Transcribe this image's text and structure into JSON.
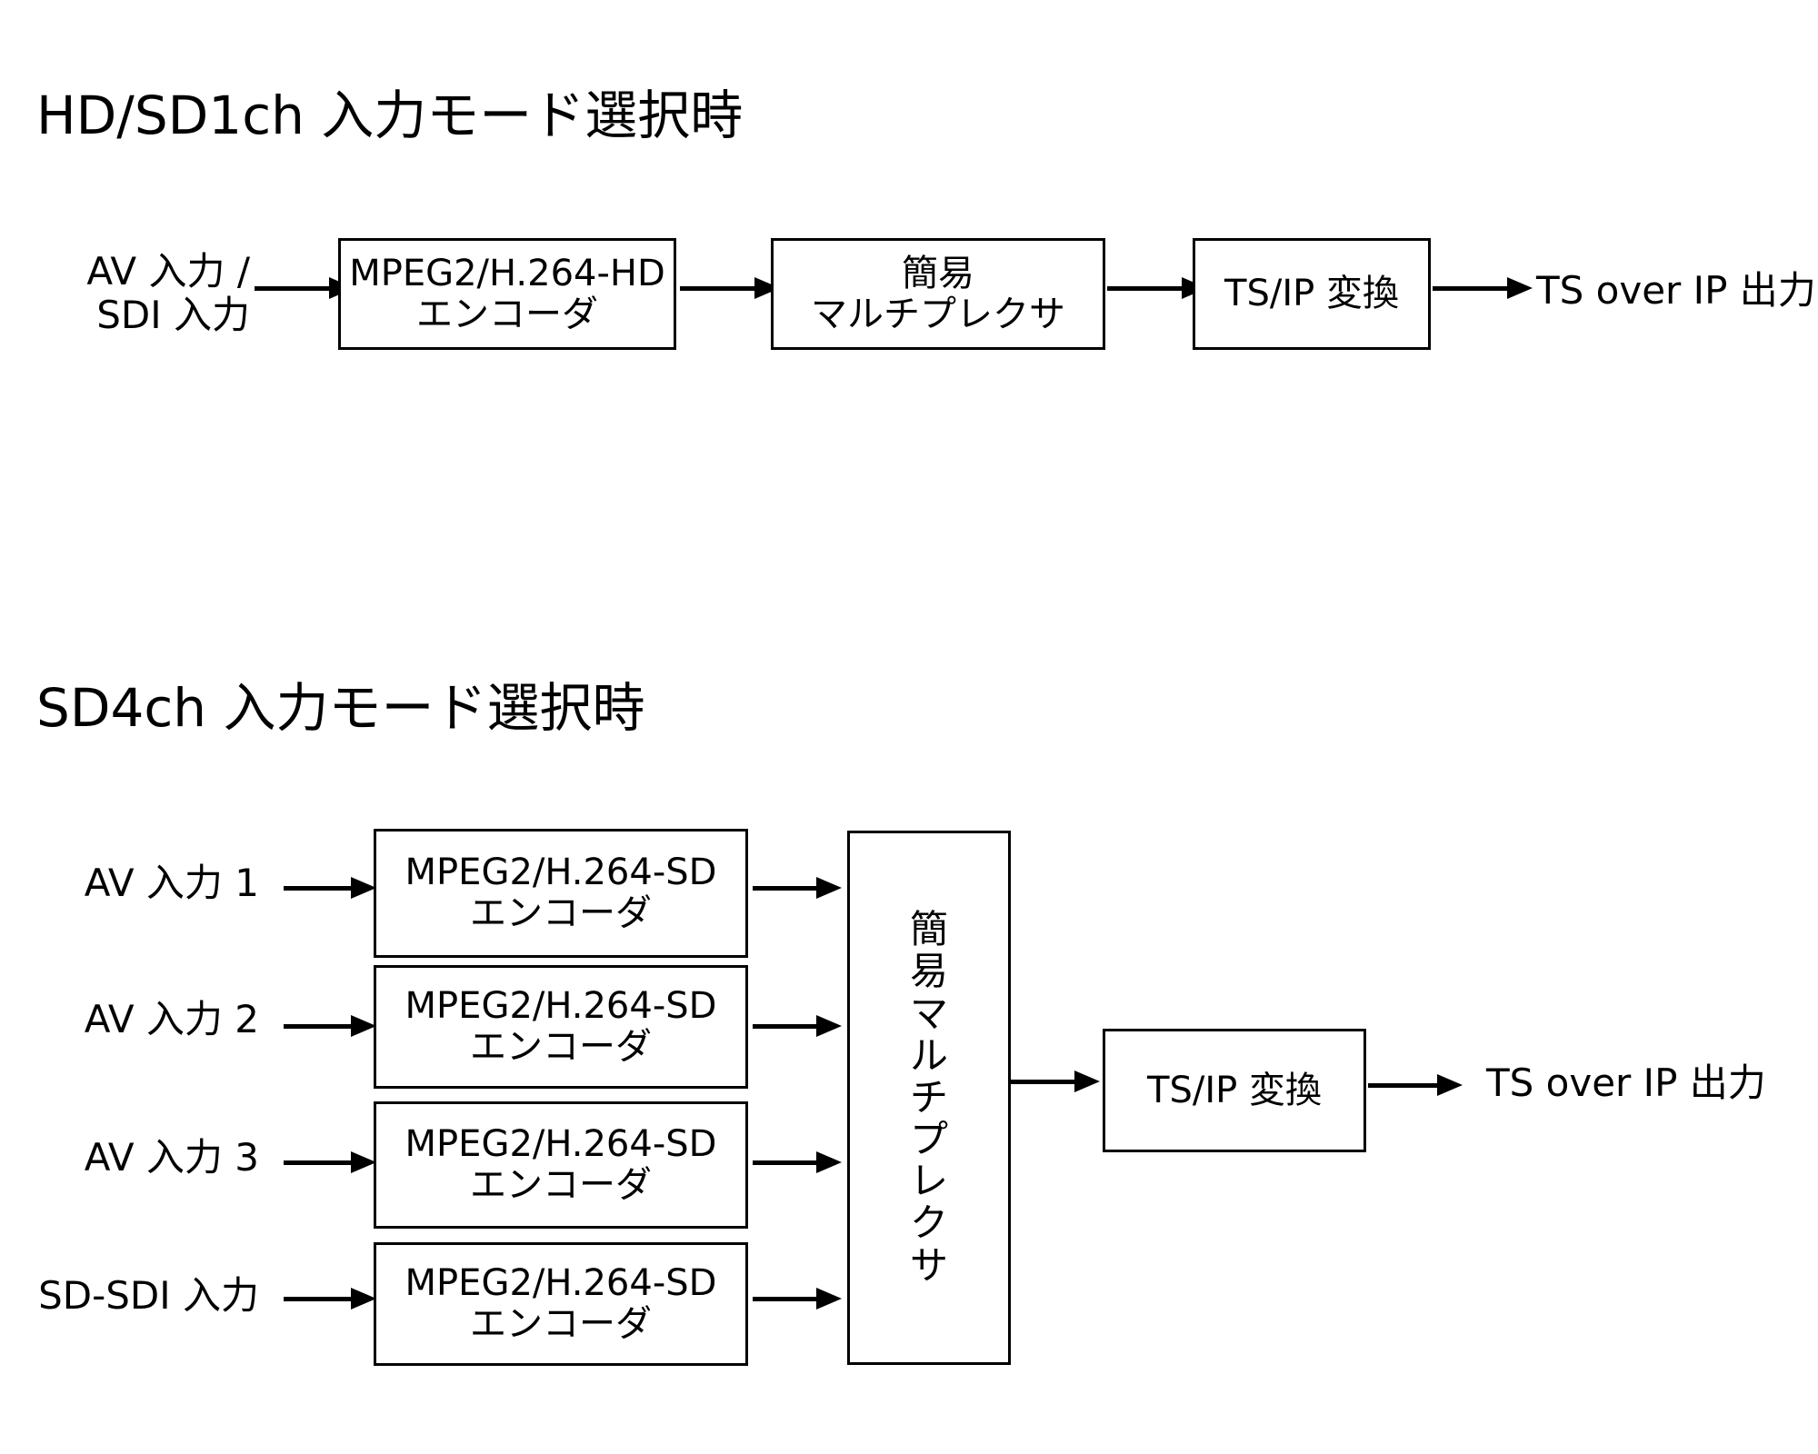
{
  "section1": {
    "title": "HD/SD1ch 入力モード選択時",
    "input_line1": "AV 入力 /",
    "input_line2": "SDI 入力",
    "encoder_line1": "MPEG2/H.264-HD",
    "encoder_line2": "エンコーダ",
    "mux_line1": "簡易",
    "mux_line2": "マルチプレクサ",
    "converter": "TS/IP 変換",
    "output": "TS over IP 出力"
  },
  "section2": {
    "title": "SD4ch 入力モード選択時",
    "inputs": [
      "AV 入力 1",
      "AV 入力 2",
      "AV 入力 3",
      "SD-SDI 入力"
    ],
    "encoder_line1": "MPEG2/H.264-SD",
    "encoder_line2": "エンコーダ",
    "mux_chars": [
      "簡",
      "易",
      "マ",
      "ル",
      "チ",
      "プ",
      "レ",
      "ク",
      "サ"
    ],
    "converter": "TS/IP 変換",
    "output": "TS over IP 出力"
  }
}
